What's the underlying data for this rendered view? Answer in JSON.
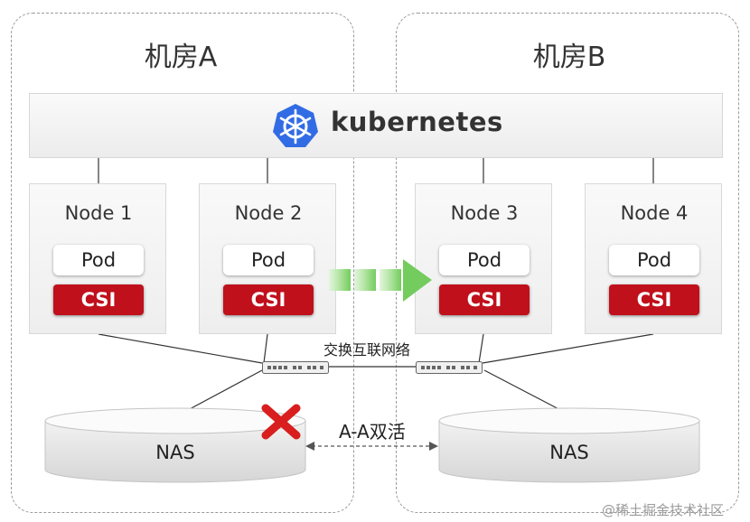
{
  "rooms": [
    {
      "title": "机房A"
    },
    {
      "title": "机房B"
    }
  ],
  "kubernetes": {
    "title": "kubernetes",
    "icon": "kubernetes-helm-icon",
    "color": "#326ce5"
  },
  "nodes": [
    {
      "label": "Node 1",
      "pod": "Pod",
      "csi": "CSI"
    },
    {
      "label": "Node 2",
      "pod": "Pod",
      "csi": "CSI"
    },
    {
      "label": "Node 3",
      "pod": "Pod",
      "csi": "CSI"
    },
    {
      "label": "Node 4",
      "pod": "Pod",
      "csi": "CSI"
    }
  ],
  "network": {
    "label": "交换互联网络"
  },
  "storage": [
    {
      "label": "NAS"
    },
    {
      "label": "NAS"
    }
  ],
  "replication": {
    "label": "A-A双活"
  },
  "failure_marker": {
    "icon": "red-x-icon",
    "color": "#d81e1e"
  },
  "colors": {
    "csi": "#c0101c",
    "migration_arrow": "#7ed36b"
  },
  "watermark": "@稀土掘金技术社区"
}
